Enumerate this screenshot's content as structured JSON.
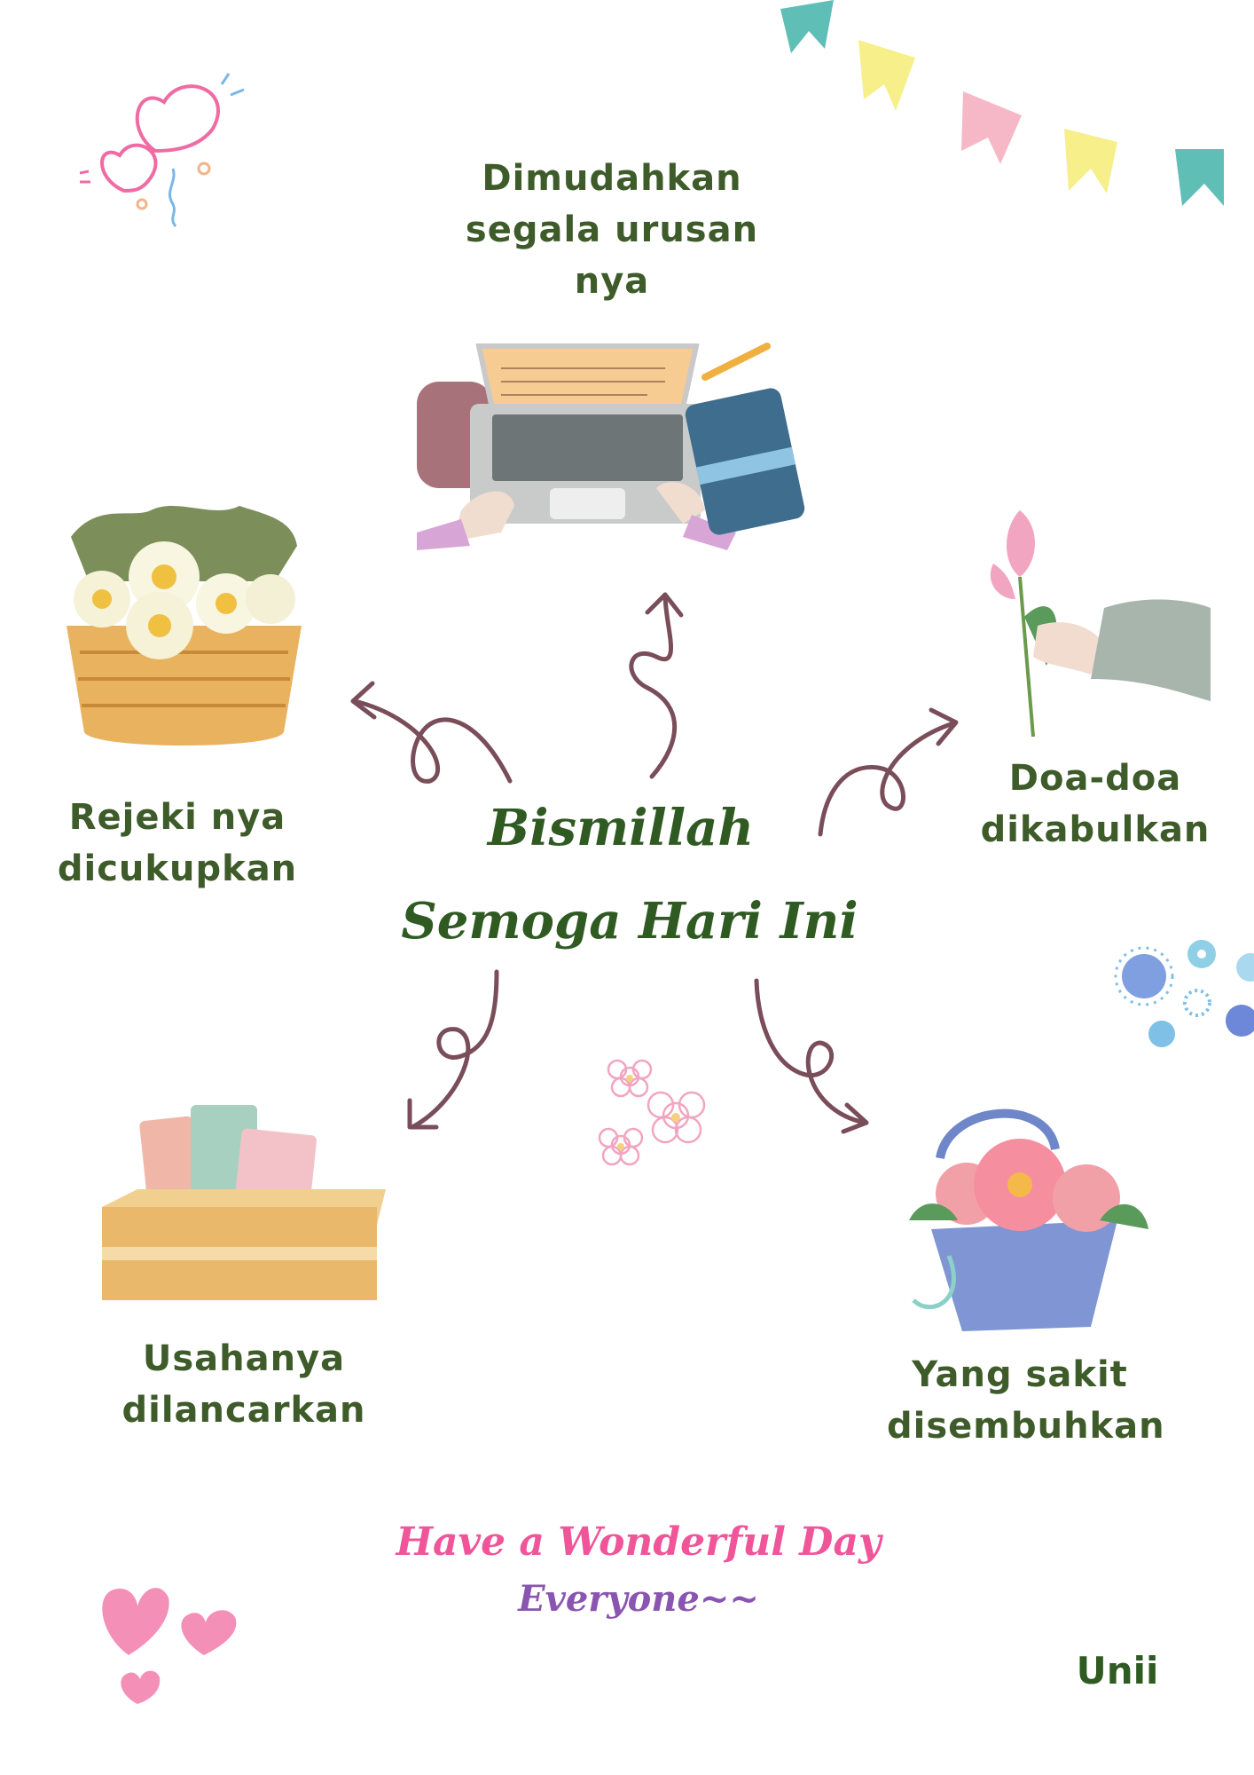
{
  "center": {
    "line1": "Bismillah",
    "line2": "Semoga Hari Ini"
  },
  "wishes": {
    "top": "Dimudahkan\nsegala urusan\nnya",
    "left": "Rejeki nya\ndicukupkan",
    "right": "Doa-doa\ndikabulkan",
    "bottom_left": "Usahanya\ndilancarkan",
    "bottom_right": "Yang sakit\ndisembuhkan"
  },
  "footer": {
    "line1": "Have a Wonderful Day",
    "line2": "Everyone~~",
    "signature": "Unii"
  },
  "colors": {
    "text_green": "#3e5b2a",
    "arrow": "#7a4d5a",
    "footer_pink": "#f0559a",
    "footer_purple": "#8a55b0",
    "bunting": [
      "#5fbfb7",
      "#f6ef8a",
      "#f6b8c6",
      "#f6ef8a",
      "#5fbfb7"
    ]
  },
  "icons": [
    "bunting-decoration",
    "hearts-doodle-icon",
    "laptop-illustration",
    "flower-basket-illustration",
    "tulip-hand-illustration",
    "book-crate-illustration",
    "flower-bag-illustration",
    "blue-flowers-decoration",
    "pink-flowers-doodle-icon",
    "pink-hearts-icon"
  ]
}
